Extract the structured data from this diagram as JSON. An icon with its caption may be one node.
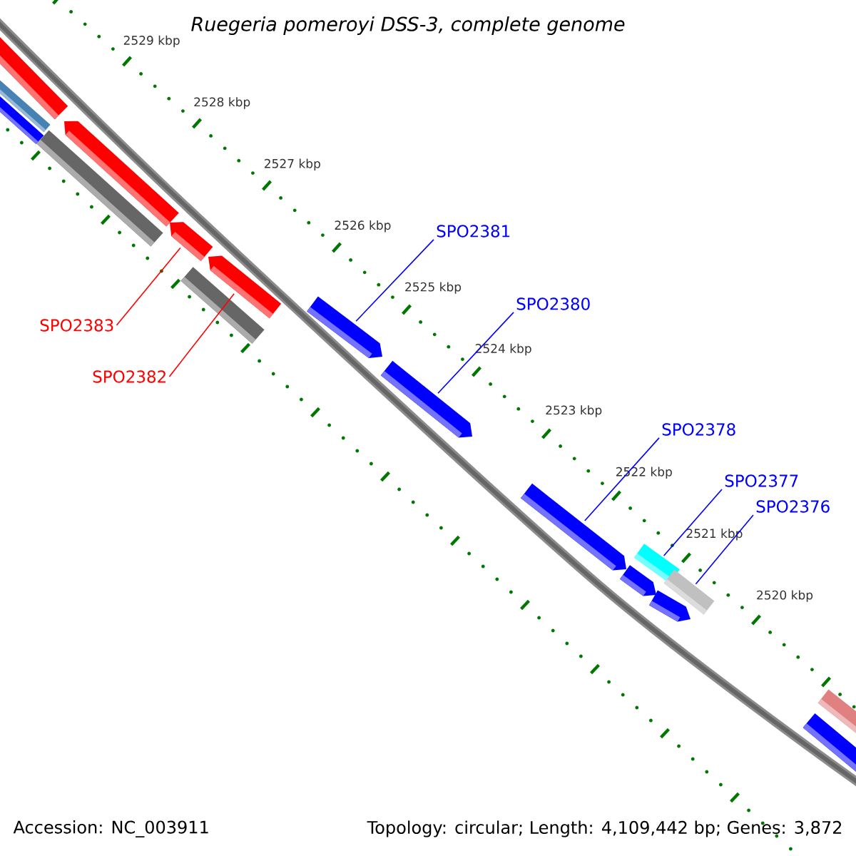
{
  "diagram": {
    "title": "Ruegeria pomeroyi DSS-3, complete genome",
    "nodes": [
      {
        "text": [
          "SPO2381"
        ]
      },
      {
        "text": [
          "SPO2380"
        ]
      },
      {
        "text": [
          "SPO2383"
        ]
      },
      {
        "text": [
          "SPO2382"
        ]
      },
      {
        "text": [
          "SPO2378"
        ]
      },
      {
        "text": [
          "SPO2377"
        ]
      },
      {
        "text": [
          "SPO2376"
        ]
      },
      {
        "text": [],
        "shape": "bar"
      },
      {
        "text": [],
        "shape": "bar"
      },
      {
        "text": [],
        "shape": "bar"
      },
      {
        "text": [],
        "shape": "bar"
      },
      {
        "text": [],
        "shape": "bar"
      },
      {
        "text": [],
        "shape": "bar"
      },
      {
        "text": [],
        "shape": "bar"
      },
      {
        "text": [],
        "shape": "bar"
      },
      {
        "text": [],
        "shape": "bar"
      },
      {
        "text": [],
        "shape": "bar"
      },
      {
        "text": [],
        "shape": "bar"
      },
      {
        "text": [],
        "shape": "bar"
      },
      {
        "text": [],
        "shape": "bar"
      },
      {
        "text": [],
        "shape": "bar"
      },
      {
        "text": [],
        "shape": "bar"
      },
      {
        "text": [],
        "shape": "bar"
      },
      {
        "text": [],
        "shape": "bar"
      }
    ],
    "edges": [
      {
        "from": 0,
        "to": 15,
        "arrow": "none"
      },
      {
        "from": 1,
        "to": 16,
        "arrow": "none"
      },
      {
        "from": 2,
        "to": 12,
        "arrow": "none",
        "color": "#ff0000"
      },
      {
        "from": 3,
        "to": 14,
        "arrow": "none",
        "color": "#ff0000"
      },
      {
        "from": 4,
        "to": 17,
        "arrow": "none"
      },
      {
        "from": 5,
        "to": 19,
        "arrow": "none"
      },
      {
        "from": 6,
        "to": 21,
        "arrow": "none"
      }
    ],
    "labels": [
      "2529 kbp",
      "2528 kbp",
      "2527 kbp",
      "2526 kbp",
      "2525 kbp",
      "2524 kbp",
      "2523 kbp",
      "2522 kbp",
      "2521 kbp",
      "2520 kbp",
      "Accession: NC_003911",
      "Topology: circular; Length: 4,109,442 bp; Genes: 3,872"
    ]
  }
}
